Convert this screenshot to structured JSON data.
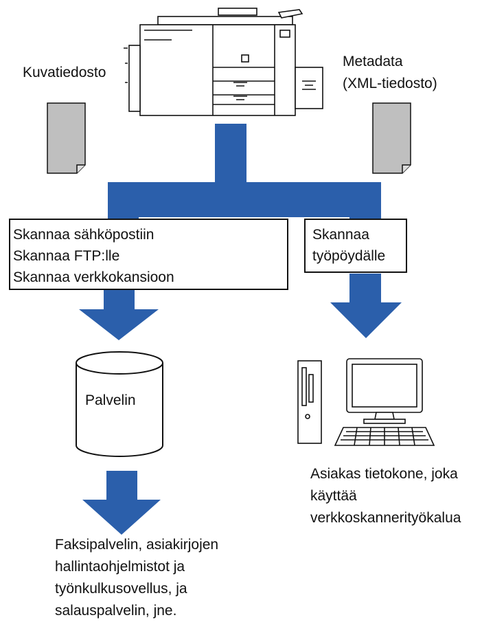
{
  "mfp_device": {
    "icon": "multifunction-printer-icon"
  },
  "image_file": {
    "label": "Kuvatiedosto",
    "icon": "document-icon"
  },
  "metadata_file": {
    "label_lines": [
      "Metadata",
      "(XML-tiedosto)"
    ],
    "icon": "document-icon"
  },
  "box_left": {
    "lines": [
      "Skannaa sähköpostiin",
      "Skannaa FTP:lle",
      "Skannaa verkkokansioon"
    ]
  },
  "box_right": {
    "lines": [
      "Skannaa",
      "työpöydälle"
    ]
  },
  "server": {
    "label": "Palvelin",
    "icon": "database-server-icon"
  },
  "client_pc": {
    "icon": "desktop-computer-icon",
    "label_lines": [
      "Asiakas tietokone, joka",
      "käyttää",
      "verkkoskannerityökalua"
    ]
  },
  "destination": {
    "label_lines": [
      "Faksipalvelin, asiakirjojen",
      "hallintaohjelmistot ja",
      "työnkulkusovellus, ja",
      "salauspalvelin, jne."
    ]
  },
  "colors": {
    "flow": "#2b5fab",
    "doc_fill": "#bfbfbf",
    "stroke": "#111111"
  }
}
